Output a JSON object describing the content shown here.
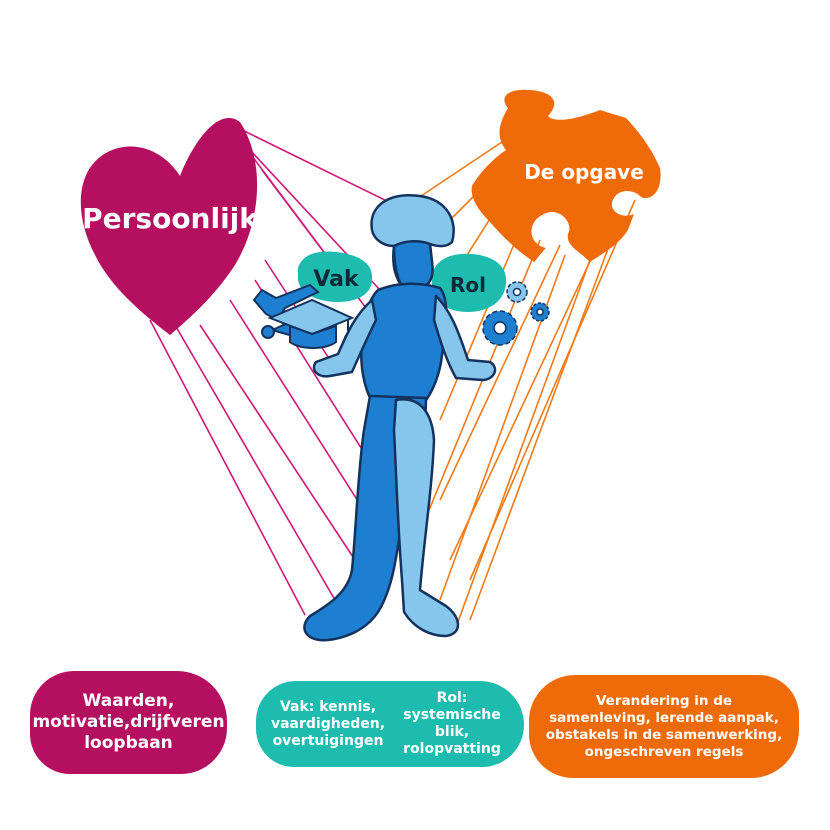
{
  "labels": {
    "heart": "Persoonlijk",
    "puzzle": "De opgave",
    "vak_bubble": "Vak",
    "rol_bubble": "Rol"
  },
  "notes": {
    "personal": "Waarden, motivatie,drijfveren loopbaan",
    "vak": "Vak: kennis, vaardigheden, overtuigingen",
    "rol": "Rol: systemische blik, rolopvatting",
    "opgave": "Verandering in de samenleving, lerende aanpak, obstakels in de samenwerking, ongeschreven regels"
  },
  "icons": {
    "heart": "heart-icon",
    "puzzle": "puzzle-piece-icon",
    "graduation": "graduation-cap-icon",
    "tools": "wrench-icon",
    "gears": "gear-icon",
    "figure": "person-figure"
  },
  "colors": {
    "magenta": "#b5105f",
    "orange": "#ef6b0a",
    "teal": "#1dbcae",
    "blue_dark": "#1e7fd0",
    "blue_light": "#86c6ec",
    "outline": "#14325e"
  }
}
